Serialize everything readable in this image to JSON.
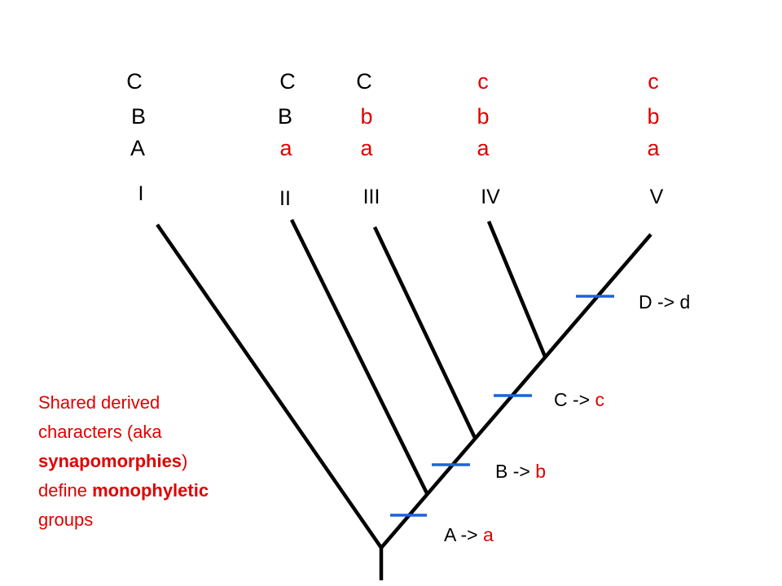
{
  "colors": {
    "ancestral": "#000000",
    "derived": "#e00000",
    "tick": "#1f62d8",
    "branch": "#000000"
  },
  "taxa": [
    {
      "label": "I",
      "characters": [
        {
          "text": "C",
          "derived": false
        },
        {
          "text": "B",
          "derived": false
        },
        {
          "text": "A",
          "derived": false
        }
      ]
    },
    {
      "label": "II",
      "characters": [
        {
          "text": "C",
          "derived": false
        },
        {
          "text": "B",
          "derived": false
        },
        {
          "text": "a",
          "derived": true
        }
      ]
    },
    {
      "label": "III",
      "characters": [
        {
          "text": "C",
          "derived": false
        },
        {
          "text": "b",
          "derived": true
        },
        {
          "text": "a",
          "derived": true
        }
      ]
    },
    {
      "label": "IV",
      "characters": [
        {
          "text": "c",
          "derived": true
        },
        {
          "text": "b",
          "derived": true
        },
        {
          "text": "a",
          "derived": true
        }
      ]
    },
    {
      "label": "V",
      "characters": [
        {
          "text": "c",
          "derived": true
        },
        {
          "text": "b",
          "derived": true
        },
        {
          "text": "a",
          "derived": true
        }
      ]
    }
  ],
  "events": [
    {
      "from": "A",
      "arrow": "->",
      "to": "a",
      "to_derived": true
    },
    {
      "from": "B",
      "arrow": "->",
      "to": "b",
      "to_derived": true
    },
    {
      "from": "C",
      "arrow": "->",
      "to": "c",
      "to_derived": true
    },
    {
      "from": "D",
      "arrow": "->",
      "to": "d",
      "to_derived": false
    }
  ],
  "caption": {
    "lines": [
      [
        {
          "text": "Shared derived",
          "bold": false
        }
      ],
      [
        {
          "text": "characters (aka",
          "bold": false
        }
      ],
      [
        {
          "text": "synapomorphies",
          "bold": true
        },
        {
          "text": ")",
          "bold": false
        }
      ],
      [
        {
          "text": "define ",
          "bold": false
        },
        {
          "text": "monophyletic",
          "bold": true
        }
      ],
      [
        {
          "text": "groups",
          "bold": false
        }
      ]
    ]
  }
}
